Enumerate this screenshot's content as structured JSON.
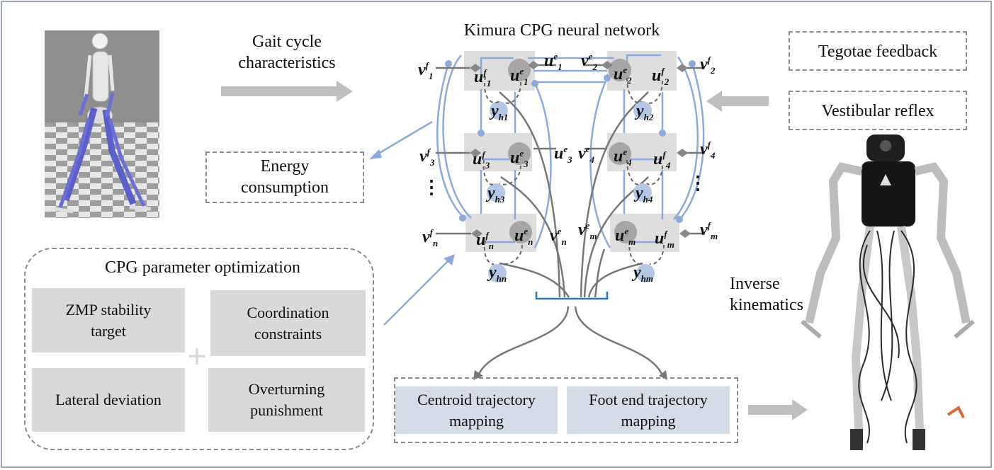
{
  "title_network": "Kimura CPG neural network",
  "gait_cycle": [
    "Gait cycle",
    "characteristics"
  ],
  "energy": [
    "Energy",
    "consumption"
  ],
  "tegotae": "Tegotae feedback",
  "vestibular": "Vestibular reflex",
  "inverse_kinematics": [
    "Inverse",
    "kinematics"
  ],
  "optimization": {
    "title": "CPG parameter optimization",
    "plus": "+",
    "zmp": [
      "ZMP stability",
      "target"
    ],
    "coordination": [
      "Coordination",
      "constraints"
    ],
    "lateral": "Lateral deviation",
    "overturning": [
      "Overturning",
      "punishment"
    ]
  },
  "mapping": {
    "centroid": [
      "Centroid trajectory",
      "mapping"
    ],
    "foot": [
      "Foot end trajectory",
      "mapping"
    ]
  },
  "neurons": {
    "u": "u",
    "v": "v",
    "y": "y",
    "sup_f": "f",
    "sup_e": "e",
    "sub_1": "1",
    "sub_2": "2",
    "sub_3": "3",
    "sub_4": "4",
    "sub_n": "n",
    "sub_m": "m",
    "sub_h1": "h1",
    "sub_h2": "h2",
    "sub_h3": "h3",
    "sub_h4": "h4",
    "sub_hn": "hn",
    "sub_hm": "hm",
    "dots": "⋮"
  },
  "colors": {
    "arrow_gray": "#bfbfbf",
    "network_blue": "#8eaadb",
    "node_gray": "#a6a6a6",
    "node_blue": "#b4c7e7",
    "cell_bg": "#dedede"
  }
}
